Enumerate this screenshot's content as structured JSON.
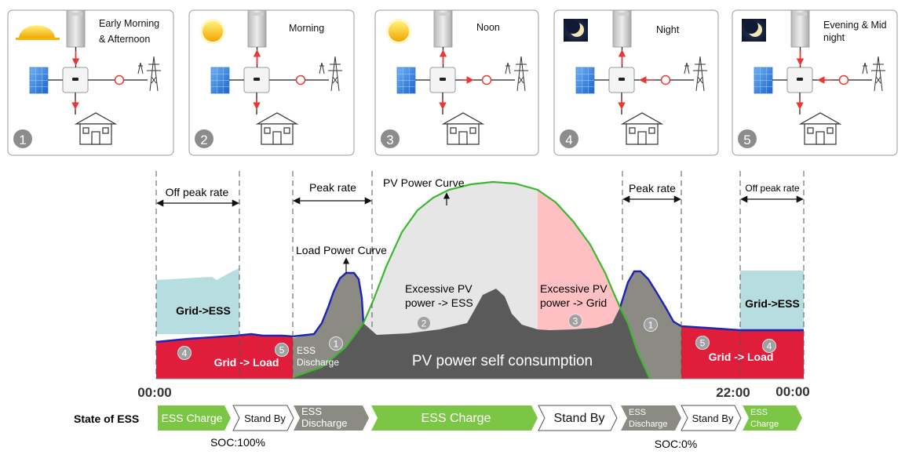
{
  "panels": [
    {
      "number": "1",
      "title_lines": [
        "Early Morning",
        "& Afternoon"
      ],
      "icon": "sun-rising-icon"
    },
    {
      "number": "2",
      "title_lines": [
        "Morning"
      ],
      "icon": "sun-icon"
    },
    {
      "number": "3",
      "title_lines": [
        "Noon"
      ],
      "icon": "sun-icon"
    },
    {
      "number": "4",
      "title_lines": [
        "Night"
      ],
      "icon": "moon-icon"
    },
    {
      "number": "5",
      "title_lines": [
        "Evening & Mid",
        "night"
      ],
      "icon": "moon-icon"
    }
  ],
  "rate_periods": {
    "off_peak_left": "Off peak rate",
    "peak_left": "Peak rate",
    "peak_right": "Peak rate",
    "off_peak_right": "Off peak rate"
  },
  "curves": {
    "pv_power": "PV Power Curve",
    "load_power": "Load Power Curve"
  },
  "regions": {
    "grid_ess_left": "Grid->ESS",
    "grid_load_left": "Grid -> Load",
    "ess_discharge_lines": [
      "ESS",
      "Discharge"
    ],
    "excess_ess_lines": [
      "Excessive PV",
      "power -> ESS"
    ],
    "excess_grid_lines": [
      "Excessive PV",
      "power -> Grid"
    ],
    "self_consumption": "PV power self consumption",
    "grid_ess_right": "Grid->ESS",
    "grid_load_right": "Grid -> Load"
  },
  "markers": {
    "left_4": "4",
    "left_5": "5",
    "discharge_1": "1",
    "excess_2": "2",
    "excess_3": "3",
    "right_1": "1",
    "right_5": "5",
    "right_4": "4"
  },
  "time_labels": {
    "start": "00:00",
    "t22": "22:00",
    "end": "00:00"
  },
  "ess_state": {
    "title": "State of ESS",
    "states": [
      {
        "label_lines": [
          "ESS Charge"
        ],
        "kind": "charge"
      },
      {
        "label_lines": [
          "Stand By"
        ],
        "kind": "standby"
      },
      {
        "label_lines": [
          "ESS",
          "Discharge"
        ],
        "kind": "discharge"
      },
      {
        "label_lines": [
          "ESS Charge"
        ],
        "kind": "charge"
      },
      {
        "label_lines": [
          "Stand By"
        ],
        "kind": "standby"
      },
      {
        "label_lines": [
          "ESS",
          "Discharge"
        ],
        "kind": "discharge"
      },
      {
        "label_lines": [
          "Stand By"
        ],
        "kind": "standby"
      },
      {
        "label_lines": [
          "ESS",
          "Charge"
        ],
        "kind": "charge"
      }
    ],
    "soc_full": "SOC:100%",
    "soc_empty": "SOC:0%"
  },
  "colors": {
    "grid_ess": "#b6dde0",
    "grid_load": "#e01e3c",
    "discharge": "#8b8b84",
    "self_consumption": "#5a5a5a",
    "excess_ess": "#e6e6e6",
    "excess_grid": "#ffc0c4",
    "pv_curve": "#3cb82e",
    "load_curve": "#1e24b4",
    "charge": "#7cc645",
    "panel_border": "#9a9a9a",
    "arrow": "#e53935"
  }
}
